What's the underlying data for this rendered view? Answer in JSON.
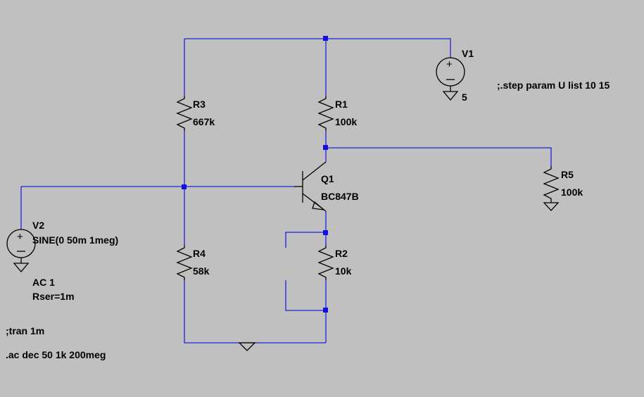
{
  "components": {
    "v1": {
      "name": "V1",
      "value": "5"
    },
    "v2": {
      "name": "V2",
      "value": "SINE(0 50m 1meg)",
      "ac": "AC 1",
      "rser": "Rser=1m"
    },
    "r1": {
      "name": "R1",
      "value": "100k"
    },
    "r2": {
      "name": "R2",
      "value": "10k"
    },
    "r3": {
      "name": "R3",
      "value": "667k"
    },
    "r4": {
      "name": "R4",
      "value": "58k"
    },
    "r5": {
      "name": "R5",
      "value": "100k"
    },
    "q1": {
      "name": "Q1",
      "value": "BC847B"
    }
  },
  "directives": {
    "step": ";.step param U list 10 15",
    "tran": ";tran 1m",
    "ac": ".ac dec 50 1k 200meg"
  },
  "colors": {
    "background": "#c0c0c0",
    "wire": "#2020d8",
    "component": "#000000",
    "node": "#1010e0"
  }
}
